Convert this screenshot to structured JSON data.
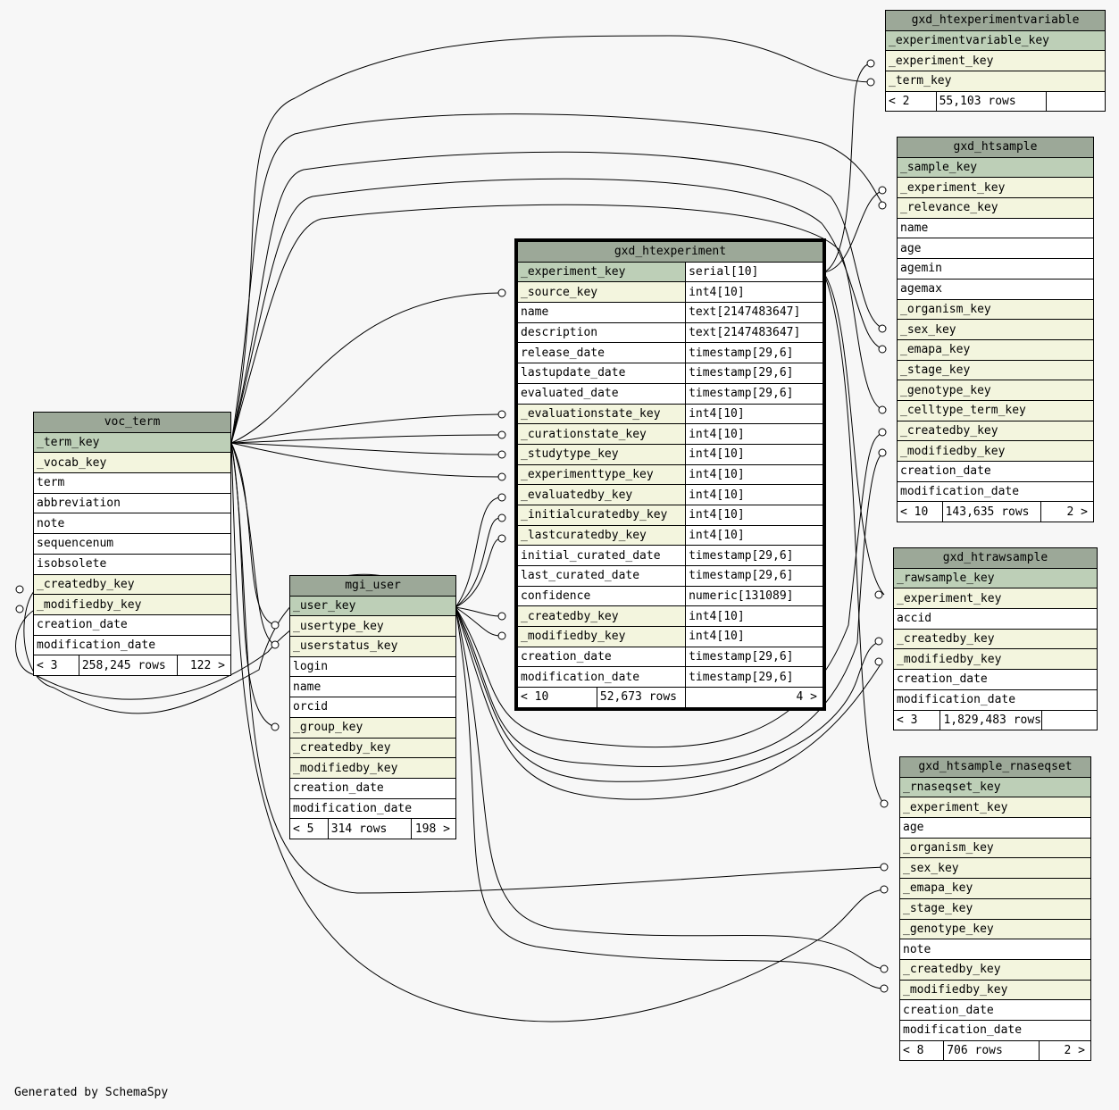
{
  "footer": "Generated by SchemaSpy",
  "colors": {
    "header": "#9ca898",
    "primary_key": "#bdcfb7",
    "foreign_key": "#f3f5de",
    "column": "#ffffff",
    "background": "#f7f7f7"
  },
  "tables": {
    "voc_term": {
      "name": "voc_term",
      "columns": [
        "_term_key",
        "_vocab_key",
        "term",
        "abbreviation",
        "note",
        "sequencenum",
        "isobsolete",
        "_createdby_key",
        "_modifiedby_key",
        "creation_date",
        "modification_date"
      ],
      "nav": [
        "< 3",
        "258,245 rows",
        "122 >"
      ]
    },
    "mgi_user": {
      "name": "mgi_user",
      "columns": [
        "_user_key",
        "_usertype_key",
        "_userstatus_key",
        "login",
        "name",
        "orcid",
        "_group_key",
        "_createdby_key",
        "_modifiedby_key",
        "creation_date",
        "modification_date"
      ],
      "nav": [
        "< 5",
        "314 rows",
        "198 >"
      ]
    },
    "gxd_htexperiment": {
      "name": "gxd_htexperiment",
      "columns": [
        {
          "name": "_experiment_key",
          "type": "serial[10]"
        },
        {
          "name": "_source_key",
          "type": "int4[10]"
        },
        {
          "name": "name",
          "type": "text[2147483647]"
        },
        {
          "name": "description",
          "type": "text[2147483647]"
        },
        {
          "name": "release_date",
          "type": "timestamp[29,6]"
        },
        {
          "name": "lastupdate_date",
          "type": "timestamp[29,6]"
        },
        {
          "name": "evaluated_date",
          "type": "timestamp[29,6]"
        },
        {
          "name": "_evaluationstate_key",
          "type": "int4[10]"
        },
        {
          "name": "_curationstate_key",
          "type": "int4[10]"
        },
        {
          "name": "_studytype_key",
          "type": "int4[10]"
        },
        {
          "name": "_experimenttype_key",
          "type": "int4[10]"
        },
        {
          "name": "_evaluatedby_key",
          "type": "int4[10]"
        },
        {
          "name": "_initialcuratedby_key",
          "type": "int4[10]"
        },
        {
          "name": "_lastcuratedby_key",
          "type": "int4[10]"
        },
        {
          "name": "initial_curated_date",
          "type": "timestamp[29,6]"
        },
        {
          "name": "last_curated_date",
          "type": "timestamp[29,6]"
        },
        {
          "name": "confidence",
          "type": "numeric[131089]"
        },
        {
          "name": "_createdby_key",
          "type": "int4[10]"
        },
        {
          "name": "_modifiedby_key",
          "type": "int4[10]"
        },
        {
          "name": "creation_date",
          "type": "timestamp[29,6]"
        },
        {
          "name": "modification_date",
          "type": "timestamp[29,6]"
        }
      ],
      "nav": [
        "< 10",
        "52,673 rows",
        "4 >"
      ]
    },
    "gxd_htexperimentvariable": {
      "name": "gxd_htexperimentvariable",
      "columns": [
        "_experimentvariable_key",
        "_experiment_key",
        "_term_key"
      ],
      "nav": [
        "< 2",
        "55,103 rows",
        ""
      ]
    },
    "gxd_htsample": {
      "name": "gxd_htsample",
      "columns": [
        "_sample_key",
        "_experiment_key",
        "_relevance_key",
        "name",
        "age",
        "agemin",
        "agemax",
        "_organism_key",
        "_sex_key",
        "_emapa_key",
        "_stage_key",
        "_genotype_key",
        "_celltype_term_key",
        "_createdby_key",
        "_modifiedby_key",
        "creation_date",
        "modification_date"
      ],
      "nav": [
        "< 10",
        "143,635 rows",
        "2 >"
      ]
    },
    "gxd_htrawsample": {
      "name": "gxd_htrawsample",
      "columns": [
        "_rawsample_key",
        "_experiment_key",
        "accid",
        "_createdby_key",
        "_modifiedby_key",
        "creation_date",
        "modification_date"
      ],
      "nav": [
        "< 3",
        "1,829,483 rows",
        ""
      ]
    },
    "gxd_htsample_rnaseqset": {
      "name": "gxd_htsample_rnaseqset",
      "columns": [
        "_rnaseqset_key",
        "_experiment_key",
        "age",
        "_organism_key",
        "_sex_key",
        "_emapa_key",
        "_stage_key",
        "_genotype_key",
        "note",
        "_createdby_key",
        "_modifiedby_key",
        "creation_date",
        "modification_date"
      ],
      "nav": [
        "< 8",
        "706 rows",
        "2 >"
      ]
    }
  }
}
